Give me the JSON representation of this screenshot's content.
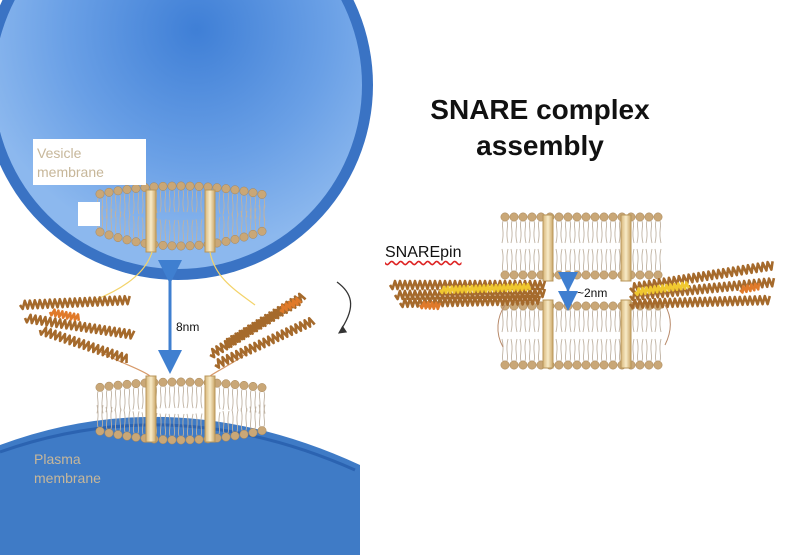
{
  "title_line1": "SNARE complex",
  "title_line2": "assembly",
  "vesicle_label_line1": "Vesicle",
  "vesicle_label_line2": "membrane",
  "plasma_label_line1": "Plasma",
  "plasma_label_line2": "membrane",
  "snarepin_label": "SNAREpin",
  "distance_before": "8nm",
  "distance_after": "~2nm",
  "colors": {
    "vesicle_fill": "#5b93e0",
    "vesicle_rim": "#2e63b8",
    "plasma_fill": "#3a7bc8",
    "lipid_head": "#c9a777",
    "lipid_tail": "#bfb2a2",
    "tm_rod": "#e6cf9a",
    "helix_brown": "#a56a2c",
    "helix_orange": "#e07a2a",
    "helix_yellow": "#f0c830",
    "arrow": "#3f7fd0"
  }
}
